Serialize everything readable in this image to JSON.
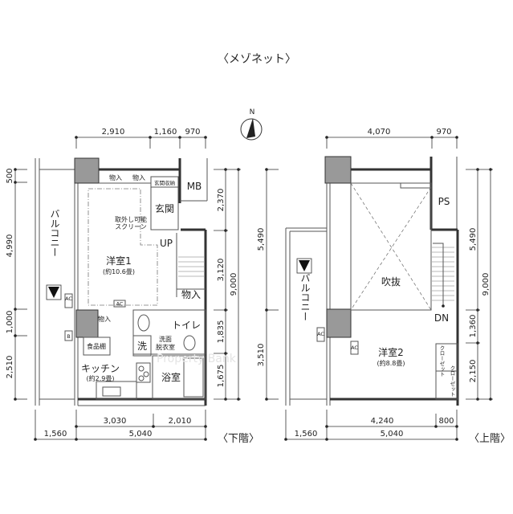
{
  "title": "〈メゾネット〉",
  "north": "N",
  "watermark": "Property Bank",
  "lower": {
    "label": "〈下階〉",
    "rooms": {
      "storage1": "物入",
      "storage2": "物入",
      "entrance_storage": "玄関収納",
      "mb": "MB",
      "entrance": "玄関",
      "screen": [
        "取外し可能",
        "スクリーン"
      ],
      "up": "UP",
      "balcony": "バルコニー",
      "western1": "洋室1",
      "western1_size": "(約10.6畳)",
      "storage3": "物入",
      "storage4": "物入",
      "toilet": "トイレ",
      "pantry": "食品棚",
      "wash": "洗",
      "washroom": [
        "洗面",
        "脱衣室"
      ],
      "kitchen": "キッチン",
      "kitchen_size": "(約2.9畳)",
      "bath": "浴室",
      "ac": "AC",
      "b": "B"
    },
    "dims_top": [
      "2,910",
      "1,160",
      "970"
    ],
    "dims_left": [
      "500",
      "4,990",
      "1,000",
      "2,510"
    ],
    "dims_right": [
      "2,370",
      "3,120",
      "1,835",
      "1,675"
    ],
    "dims_right_total": "9,000",
    "dims_bottom_inner": [
      "3,030",
      "2,010"
    ],
    "dims_bottom_outer": [
      "1,560",
      "5,040"
    ]
  },
  "upper": {
    "label": "〈上階〉",
    "rooms": {
      "ps": "PS",
      "void": "吹抜",
      "dn": "DN",
      "balcony": "バルコニー",
      "western2": "洋室2",
      "western2_size": "(約8.8畳)",
      "closet1": "クローゼット",
      "closet2": "クローゼット",
      "ac": "AC"
    },
    "dims_top": [
      "4,070",
      "970"
    ],
    "dims_left": [
      "5,490",
      "3,510"
    ],
    "dims_right": [
      "5,490",
      "1,360",
      "2,150"
    ],
    "dims_right_total": "9,000",
    "dims_bottom_inner": [
      "4,240",
      "800"
    ],
    "dims_bottom_outer": [
      "1,560",
      "5,040"
    ]
  }
}
